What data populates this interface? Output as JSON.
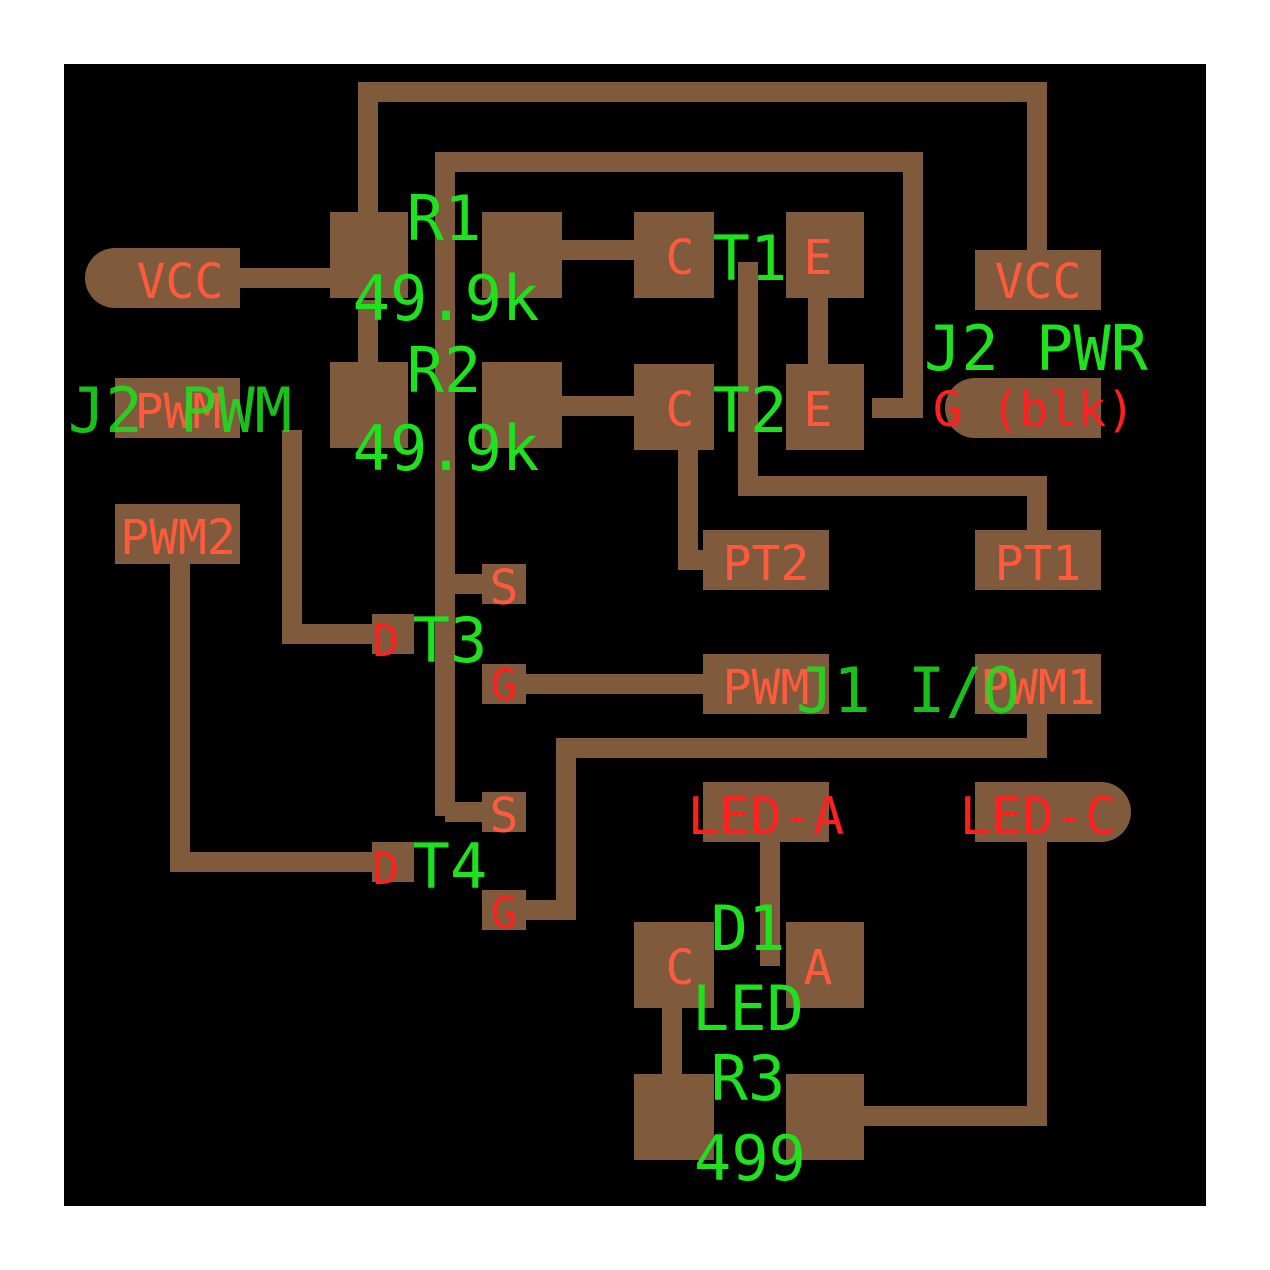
{
  "colors": {
    "board": "#000000",
    "copper": "#7f5a3c",
    "pad_label": "#ff5a3c",
    "signal_label": "#ff2020",
    "silkscreen": "#1ee21e",
    "overlap": "#ffff20"
  },
  "pads": {
    "vcc_left": "VCC",
    "vcc_right": "VCC",
    "pwm": "PWM",
    "pwm2": "PWM2",
    "pt2": "PT2",
    "pt1": "PT1",
    "pwm_mid": "PWM",
    "pwm1": "PWM1",
    "led_a": "LED-A",
    "led_c": "LED-C",
    "g_blk": "G (blk)",
    "t1_c": "C",
    "t1_e": "E",
    "t2_c": "C",
    "t2_e": "E",
    "d1_c": "C",
    "d1_a": "A",
    "dt3_s": "S",
    "dt3_d": "D",
    "dt3_g": "G",
    "dt4_s": "S",
    "dt4_d": "D",
    "dt4_g": "G"
  },
  "refs": {
    "r1": "R1",
    "r1_value": "49.9k",
    "r2": "R2",
    "r2_value": "49.9k",
    "t1": "T1",
    "t2": "T2",
    "j2_pwr": "J2 PWR",
    "j2_pwm": "J2 PWM",
    "dt3": "T3",
    "dt4": "T4",
    "j1_io": "J1 I/O",
    "d1": "D1",
    "d1_value": "LED",
    "r3": "R3",
    "r3_value": "499"
  }
}
